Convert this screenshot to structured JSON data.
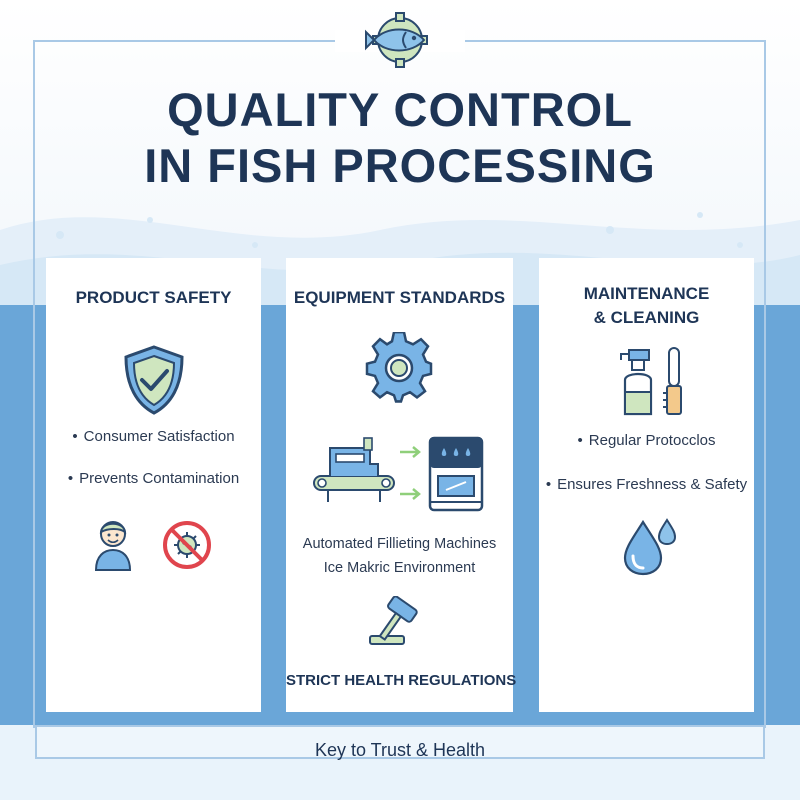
{
  "header": {
    "title_line1": "QUALITY CONTROL",
    "title_line2": "IN FISH PROCESSING",
    "logo_icon": "fish-gear-icon"
  },
  "cards": [
    {
      "heading": "PRODUCT SAFETY",
      "main_icon": "shield-check-icon",
      "bullets": [
        "Consumer Satisfaction",
        "Prevents Contamination"
      ],
      "bottom_icons": [
        "person-icon",
        "no-germs-icon"
      ]
    },
    {
      "heading": "EQUIPMENT STANDARDS",
      "main_icon": "gear-icon",
      "lines": [
        "Automated Fillieting Machines",
        "Ice Makric Environment"
      ],
      "machine_icons": [
        "conveyor-machine-icon",
        "ice-machine-icon"
      ],
      "gavel_icon": "gavel-icon",
      "footer": "STRICT HEALTH REGULATIONS"
    },
    {
      "heading_line1": "MAINTENANCE",
      "heading_line2": "& CLEANING",
      "main_icons": [
        "spray-bottle-icon",
        "brush-icon"
      ],
      "bullets": [
        "Regular Protocclos",
        "Ensures Freshness & Safety"
      ],
      "bottom_icon": "water-drop-icon"
    }
  ],
  "bullet_symbol": "•",
  "footer": {
    "text": "Key to Trust & Health"
  },
  "colors": {
    "navy": "#1e3556",
    "band_blue": "#6aa6d8",
    "light_green": "#cfe6bf",
    "icon_blue": "#79b4e6",
    "alert_red": "#e0454d"
  }
}
